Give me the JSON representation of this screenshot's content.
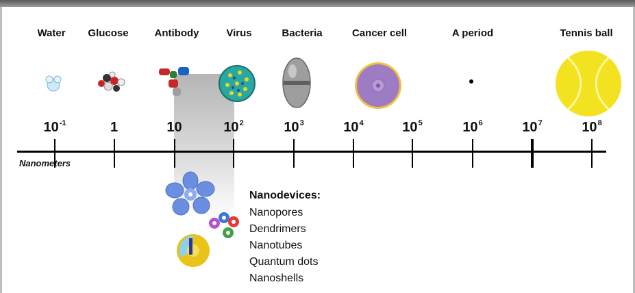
{
  "objects": [
    "Water",
    "Glucose",
    "Antibody",
    "Virus",
    "Bacteria",
    "Cancer cell",
    "A period",
    "Tennis ball"
  ],
  "scale": {
    "ticks": [
      {
        "base": "10",
        "exp": "-1"
      },
      {
        "base": "1",
        "exp": ""
      },
      {
        "base": "10",
        "exp": ""
      },
      {
        "base": "10",
        "exp": "2"
      },
      {
        "base": "10",
        "exp": "3"
      },
      {
        "base": "10",
        "exp": "4"
      },
      {
        "base": "10",
        "exp": "5"
      },
      {
        "base": "10",
        "exp": "6"
      },
      {
        "base": "10",
        "exp": "7"
      },
      {
        "base": "10",
        "exp": "8"
      }
    ],
    "unit": "Nanometers"
  },
  "nanodevices": {
    "heading": "Nanodevices:",
    "items": [
      "Nanopores",
      "Dendrimers",
      "Nanotubes",
      "Quantum dots",
      "Nanoshells"
    ]
  },
  "colors": {
    "axis": "#000000",
    "virus": "#2aa7a0",
    "cancer_cell": "#9d7cc4",
    "tennis_ball": "#f2e21f",
    "nanopore": "#6a8fe0"
  }
}
